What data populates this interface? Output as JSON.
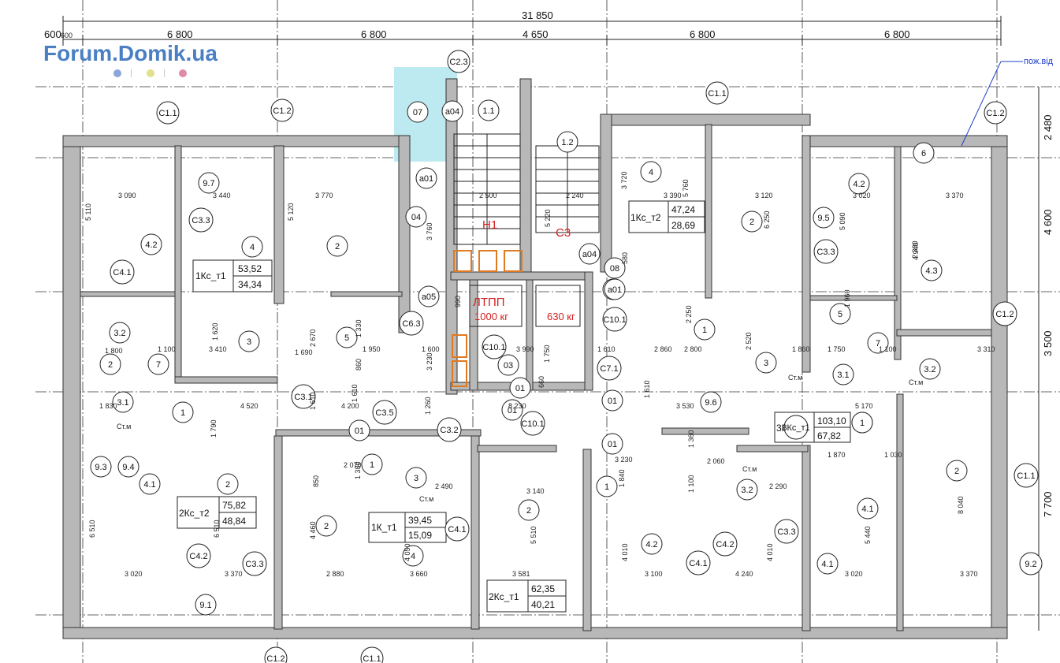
{
  "logo": {
    "text": "Forum.Domik.ua",
    "color": "#4a7fc4",
    "dots": [
      "#8aa6d6",
      "#e2e08a",
      "#e08aa8"
    ]
  },
  "note": {
    "text": "пож.від"
  },
  "dims_top": {
    "total": "31 850",
    "spans": [
      "600",
      "6 800",
      "6 800",
      "4 650",
      "6 800",
      "6 800"
    ]
  },
  "dims_right": [
    "2 480",
    "4 600",
    "3 500",
    "7 700"
  ],
  "section_labels": [
    "C1.1",
    "C1.2",
    "C2.3",
    "C1.1",
    "C1.2",
    "C1.2",
    "C1.1",
    "C1.2",
    "C1.1",
    "C1.2",
    "9.2"
  ],
  "apartments": [
    {
      "type": "1Кс_т1",
      "area": "53,52",
      "living": "34,34"
    },
    {
      "type": "1Кс_т2",
      "area": "47,24",
      "living": "28,69"
    },
    {
      "type": "2Кс_т2",
      "area": "75,82",
      "living": "48,84"
    },
    {
      "type": "1К_т1",
      "area": "39,45",
      "living": "15,09"
    },
    {
      "type": "2Кс_т1",
      "area": "62,35",
      "living": "40,21"
    },
    {
      "type": "3Кс_т1",
      "area": "103,10",
      "living": "67,82"
    }
  ],
  "red_labels": {
    "stair1": "Н1",
    "stair2": "С3",
    "lift": "ЛТПП",
    "lift_cap1": "1000 кг",
    "lift_cap2": "630 кг"
  },
  "room_numbers": [
    "07",
    "1.1",
    "1.2",
    "04",
    "4.2",
    "4",
    "2",
    "4",
    "2",
    "4.2",
    "6",
    "9.7",
    "C3.3",
    "9.5",
    "C3.3",
    "4.3",
    "C4.1",
    "3.2",
    "3",
    "5",
    "C6.3",
    "C10.1",
    "03",
    "C7.1",
    "08",
    "C10.1",
    "1",
    "3",
    "5",
    "7",
    "3.2",
    "3.1",
    "1",
    "C1.2",
    "C3.1",
    "C3.5",
    "C3.2",
    "C10.1",
    "01",
    "1",
    "3",
    "1",
    "9.6",
    "3Кс_т1",
    "1",
    "2",
    "9.3",
    "9.4",
    "4.1",
    "2",
    "C4.2",
    "C3.3",
    "C4.1",
    "4",
    "2",
    "1",
    "4.1",
    "4.2",
    "C4.2",
    "C4.1",
    "C3.3",
    "4.1",
    "2",
    "C1.1",
    "9.1",
    "01",
    "01",
    "01",
    "01",
    "01",
    "3.2",
    "2",
    "7",
    "3.1",
    "а01",
    "а04",
    "а04",
    "а05",
    "а01"
  ],
  "inner_dims": [
    "3 090",
    "3 440",
    "3 770",
    "2 500",
    "2 240",
    "3 390",
    "3 120",
    "3 020",
    "3 370",
    "5 110",
    "5 120",
    "3 760",
    "5 220",
    "3 720",
    "5 760",
    "6 250",
    "5 090",
    "4 940",
    "1 620",
    "3 410",
    "1 690",
    "1 950",
    "1 600",
    "3 990",
    "1 610",
    "2 860",
    "2 800",
    "1 860",
    "1 750",
    "1 100",
    "3 310",
    "1 800",
    "1 100",
    "4 520",
    "4 200",
    "8 230",
    "3 530",
    "5 170",
    "1 830",
    "1 790",
    "2 670",
    "3 230",
    "1 750",
    "2 250",
    "2 520",
    "1 610",
    "1 610",
    "1 610",
    "2 070",
    "1 380",
    "2 490",
    "3 140",
    "3 230",
    "1 840",
    "2 060",
    "2 290",
    "1 870",
    "1 030",
    "6 510",
    "6 510",
    "4 460",
    "4 050",
    "5 510",
    "4 010",
    "4 010",
    "5 440",
    "8 040",
    "3 020",
    "3 370",
    "2 880",
    "3 660",
    "3 581",
    "3 100",
    "4 240",
    "3 020",
    "3 370",
    "1 260",
    "990",
    "1 960",
    "2 330",
    "600",
    "660",
    "1 330",
    "1 100",
    "1 360",
    "850",
    "860",
    "580",
    "Ст.м",
    "Ст.м",
    "Ст.м",
    "Ст.м",
    "Ст.м"
  ]
}
